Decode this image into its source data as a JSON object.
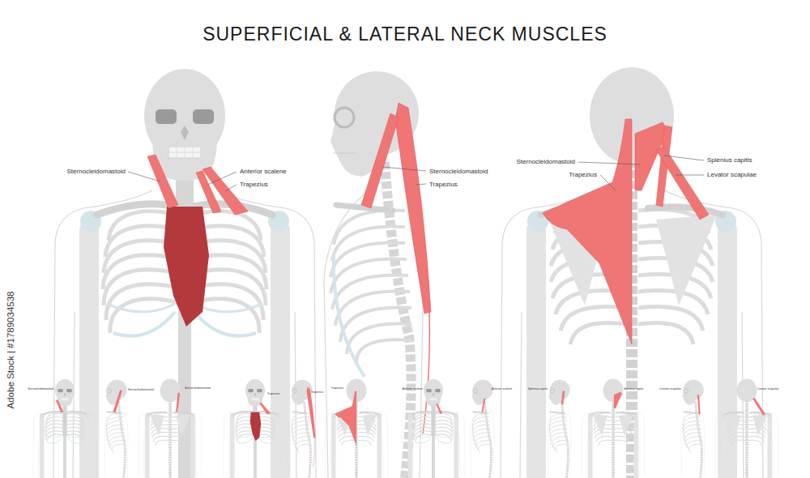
{
  "diagram": {
    "title": "SUPERFICIAL & LATERAL NECK MUSCLES",
    "labels": [
      "Sternocleidomastoid",
      "Anterior scalene",
      "Trapezius",
      "Sternocleidomastoid",
      "Trapezius",
      "Sternocleidomastoid",
      "Trapezius",
      "Splenius capitis",
      "Levator scapulae",
      "Sternocleidomastoid",
      "Sternocleidomastoid",
      "Sternocleidomastoid",
      "Trapezius",
      "Trapezius",
      "Trapezius",
      "Anterior scalene",
      "Anterior scalene",
      "Splenius capitis",
      "Splenius capitis",
      "Levator scapulae",
      "Levator scapulae",
      "Adobe Stock | #1789034538"
    ]
  }
}
